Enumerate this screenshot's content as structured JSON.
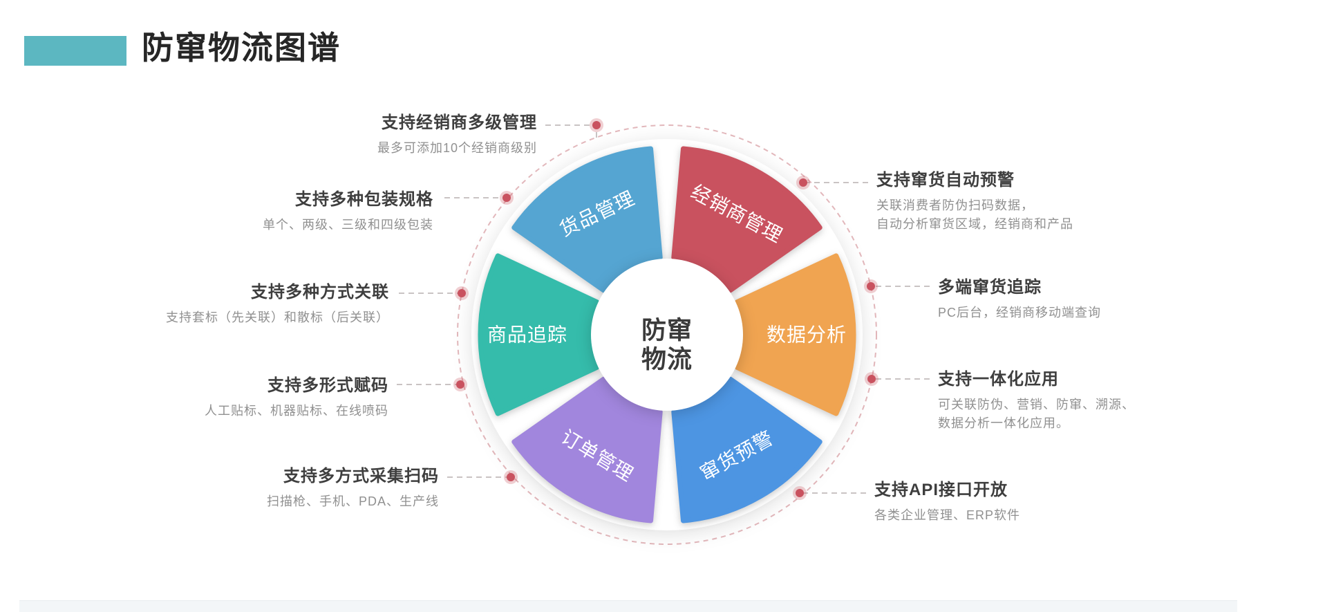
{
  "header": {
    "title": "防窜物流图谱",
    "accent_color": "#5cb7c1"
  },
  "center": {
    "line1": "防窜",
    "line2": "物流"
  },
  "wedges": [
    {
      "label": "货品管理",
      "color": "#55a5d2"
    },
    {
      "label": "经销商管理",
      "color": "#c9525f"
    },
    {
      "label": "数据分析",
      "color": "#f0a451"
    },
    {
      "label": "窜货预警",
      "color": "#4d95e2"
    },
    {
      "label": "订单管理",
      "color": "#a186dd"
    },
    {
      "label": "商品追踪",
      "color": "#35bcab"
    }
  ],
  "callouts": {
    "left": [
      {
        "title": "支持经销商多级管理",
        "lines": [
          "最多可添加10个经销商级别"
        ]
      },
      {
        "title": "支持多种包装规格",
        "lines": [
          "单个、两级、三级和四级包装"
        ]
      },
      {
        "title": "支持多种方式关联",
        "lines": [
          "支持套标（先关联）和散标（后关联）"
        ]
      },
      {
        "title": "支持多形式赋码",
        "lines": [
          "人工贴标、机器贴标、在线喷码"
        ]
      },
      {
        "title": "支持多方式采集扫码",
        "lines": [
          "扫描枪、手机、PDA、生产线"
        ]
      }
    ],
    "right": [
      {
        "title": "支持窜货自动预警",
        "lines": [
          "关联消费者防伪扫码数据，",
          "自动分析窜货区域，经销商和产品"
        ]
      },
      {
        "title": "多端窜货追踪",
        "lines": [
          "PC后台，经销商移动端查询"
        ]
      },
      {
        "title": "支持一体化应用",
        "lines": [
          "可关联防伪、营销、防窜、溯源、",
          "数据分析一体化应用。"
        ]
      },
      {
        "title": "支持API接口开放",
        "lines": [
          "各类企业管理、ERP软件"
        ]
      }
    ]
  },
  "colors": {
    "dashed_ring": "#e3b8bc",
    "connector_line": "#c9c3c3",
    "dot": "#c9525f",
    "callout_title": "#3e3e3e",
    "callout_subtitle": "#909090"
  }
}
